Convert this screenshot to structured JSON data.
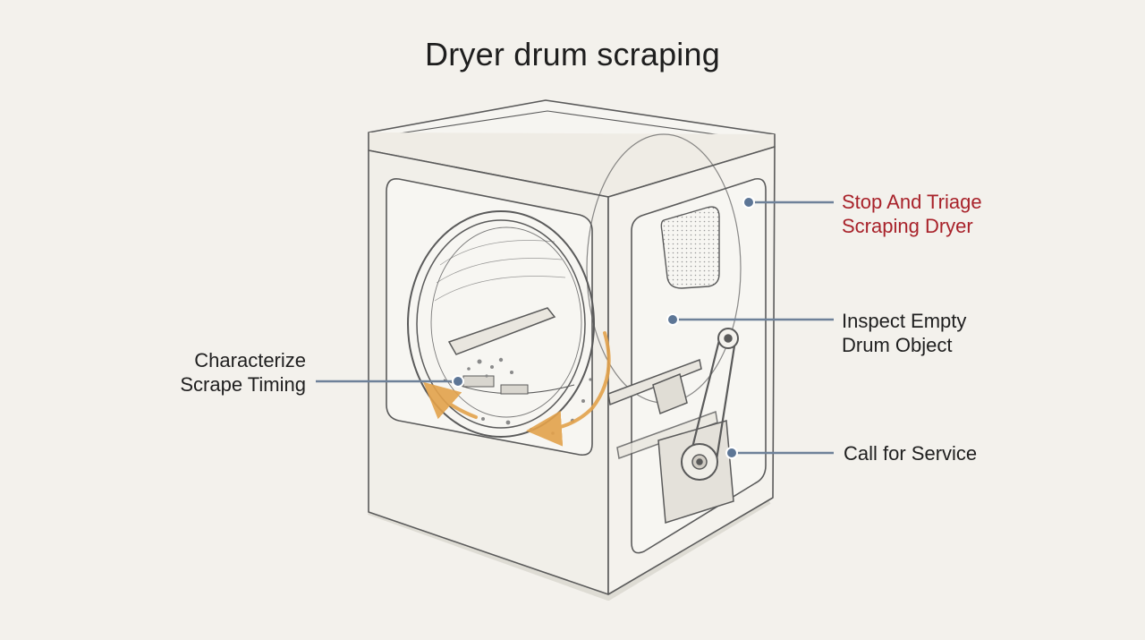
{
  "title": "Dryer drum scraping",
  "callouts": {
    "stop_triage": {
      "lines": [
        "Stop And Triage",
        "Scraping Dryer"
      ],
      "color": "#a8222a"
    },
    "inspect_drum": {
      "lines": [
        "Inspect Empty",
        "Drum Object"
      ]
    },
    "call_service": {
      "lines": [
        "Call for Service"
      ]
    },
    "characterize_timing": {
      "lines": [
        "Characterize",
        "Scrape Timing"
      ]
    }
  },
  "colors": {
    "background": "#f3f1ec",
    "sketch_line": "#5a5a5a",
    "leader_line": "#6e8199",
    "leader_dot": "#5d7696",
    "motion_arrow": "#e3a24b",
    "alert_text": "#a8222a"
  }
}
